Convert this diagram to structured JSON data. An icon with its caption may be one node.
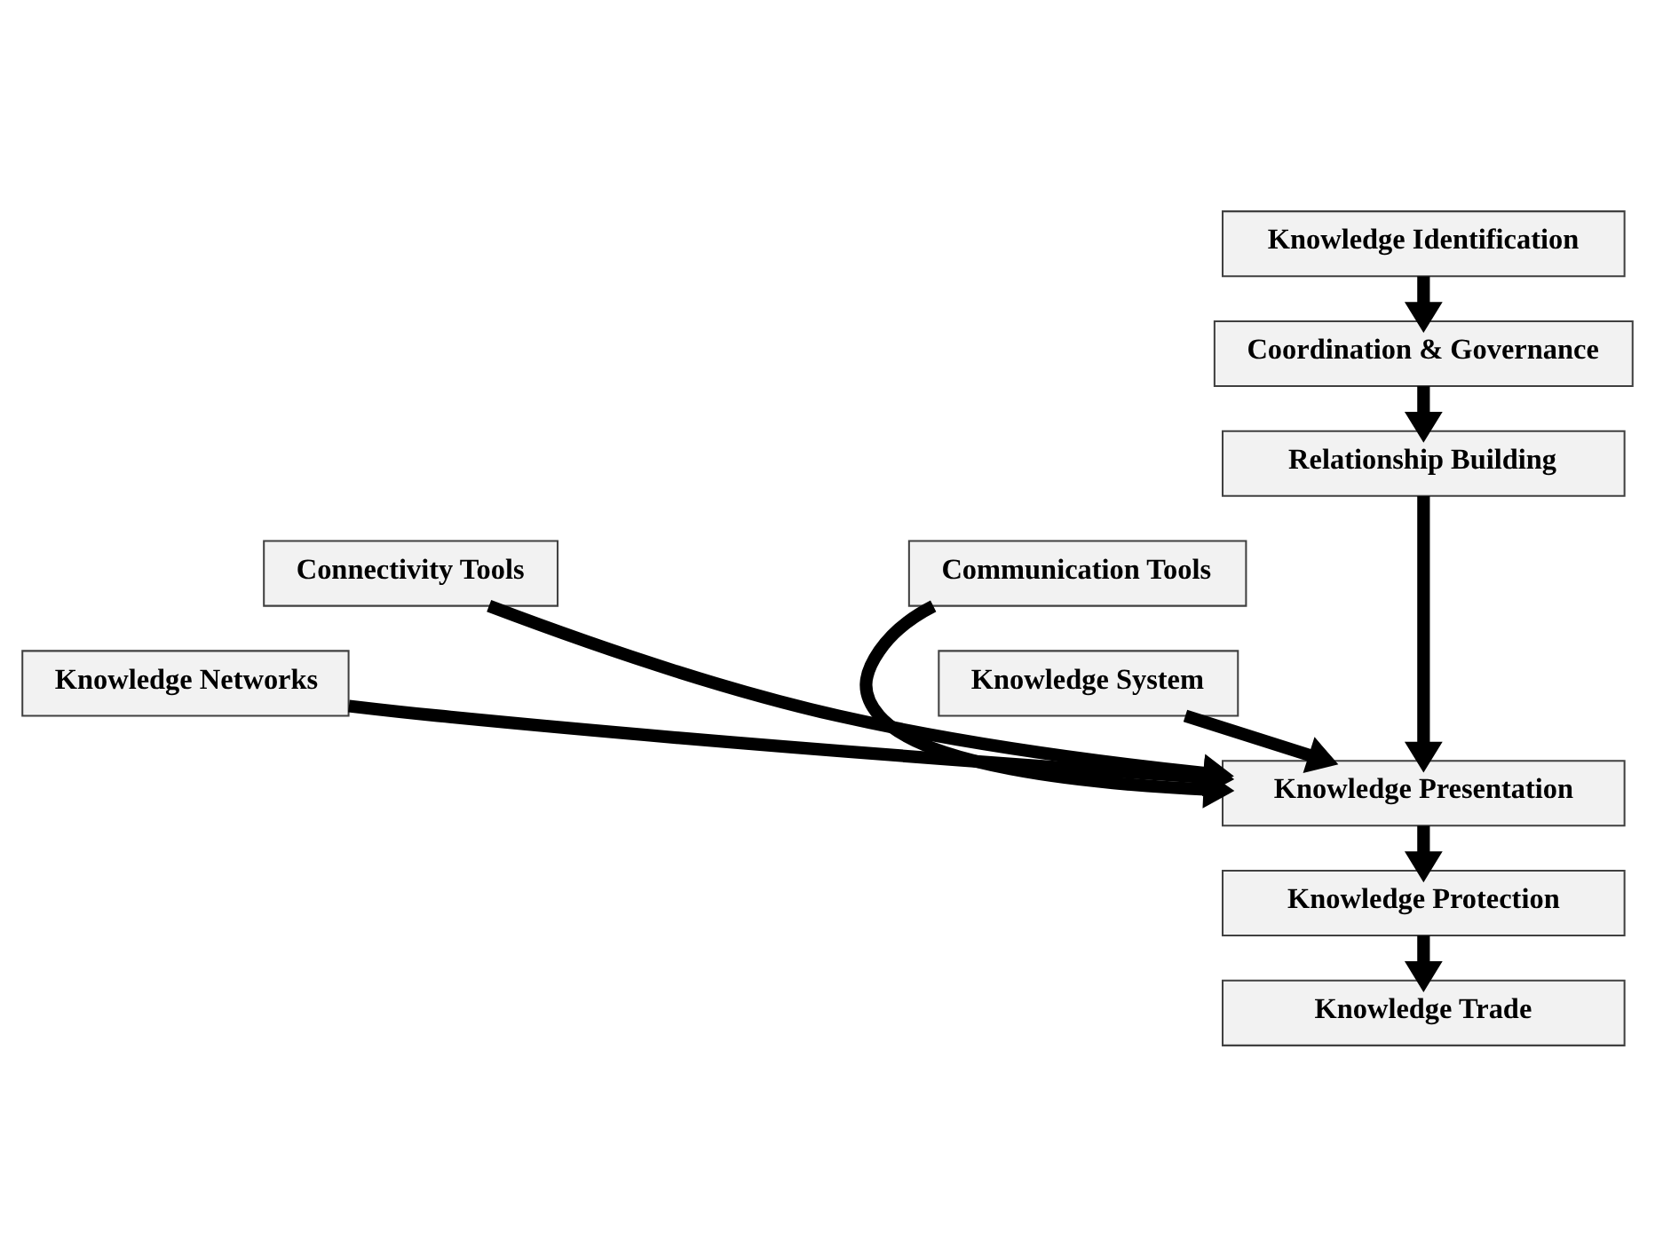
{
  "diagram": {
    "nodes": [
      {
        "text": [
          "Knowledge Identification"
        ]
      },
      {
        "text": [
          "Coordination & Governance"
        ]
      },
      {
        "text": [
          "Relationship Building"
        ]
      },
      {
        "text": [
          "Connectivity Tools"
        ]
      },
      {
        "text": [
          "Communication Tools"
        ]
      },
      {
        "text": [
          "Knowledge Networks"
        ]
      },
      {
        "text": [
          "Knowledge System"
        ]
      },
      {
        "text": [
          "Knowledge Presentation"
        ]
      },
      {
        "text": [
          "Knowledge Protection"
        ]
      },
      {
        "text": [
          "Knowledge Trade"
        ]
      }
    ],
    "edges": [
      {
        "from": 0,
        "to": 1,
        "arrow": "to"
      },
      {
        "from": 1,
        "to": 2,
        "arrow": "to"
      },
      {
        "from": 2,
        "to": 7,
        "arrow": "to"
      },
      {
        "from": 3,
        "to": 7,
        "arrow": "to"
      },
      {
        "from": 4,
        "to": 7,
        "arrow": "to"
      },
      {
        "from": 5,
        "to": 7,
        "arrow": "to"
      },
      {
        "from": 6,
        "to": 7,
        "arrow": "to"
      },
      {
        "from": 7,
        "to": 8,
        "arrow": "to"
      },
      {
        "from": 8,
        "to": 9,
        "arrow": "to"
      }
    ]
  }
}
